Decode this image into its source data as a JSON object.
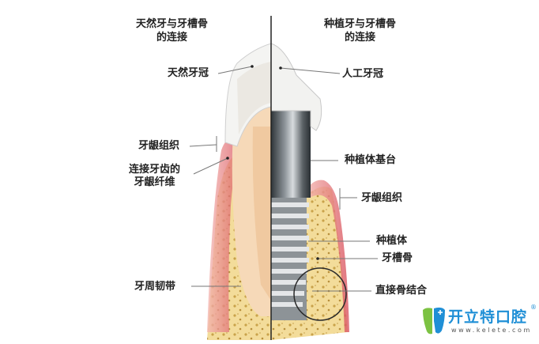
{
  "titles": {
    "left": [
      "天然牙与牙槽骨",
      "的连接"
    ],
    "right": [
      "种植牙与牙槽骨",
      "的连接"
    ]
  },
  "labels_left": {
    "natural_crown": "天然牙冠",
    "gum_tissue": "牙龈组织",
    "connecting_fibers": [
      "连接牙齿的",
      "牙龈纤维"
    ],
    "periodontal_ligament": "牙周韧带"
  },
  "labels_right": {
    "artificial_crown": "人工牙冠",
    "implant_abutment": "种植体基台",
    "gum_tissue": "牙龈组织",
    "implant": "种植体",
    "alveolar_bone": "牙槽骨",
    "osseointegration": "直接骨结合"
  },
  "logo": {
    "name": "开立特口腔",
    "registered": "®",
    "url": "www.kelete.com",
    "colors": {
      "green": "#7cc242",
      "blue": "#1f8fd6"
    }
  },
  "colors": {
    "bone": "#f3dc9a",
    "bone_dots": "#c9a24a",
    "gum": "#e8848a",
    "crown": "#f4f4f2",
    "dentin": "#f6d9b8",
    "implant_dark": "#3c4246",
    "implant_light": "#c9cdd0",
    "divider": "#222222"
  }
}
